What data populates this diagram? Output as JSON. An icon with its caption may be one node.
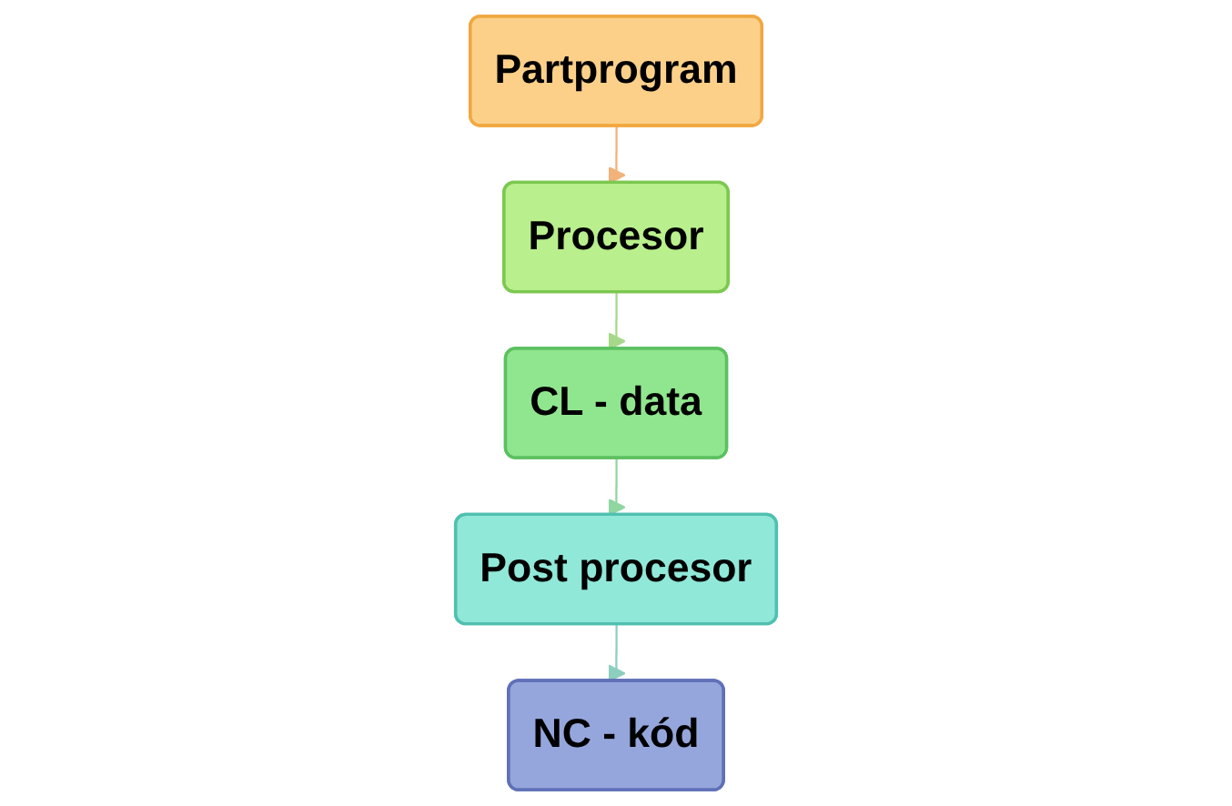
{
  "diagram": {
    "nodes": [
      {
        "text": [
          "Partprogram"
        ]
      },
      {
        "text": [
          "Procesor"
        ]
      },
      {
        "text": [
          "CL - data"
        ]
      },
      {
        "text": [
          "Post procesor"
        ]
      },
      {
        "text": [
          "NC - kód"
        ]
      }
    ],
    "edges": [
      {
        "from": 0,
        "to": 1,
        "arrow": "to",
        "color": "#f2b27a"
      },
      {
        "from": 1,
        "to": 2,
        "arrow": "to",
        "color": "#a6d88a"
      },
      {
        "from": 2,
        "to": 3,
        "arrow": "to",
        "color": "#8fd6a0"
      },
      {
        "from": 3,
        "to": 4,
        "arrow": "to",
        "color": "#8ccfbf"
      }
    ]
  }
}
